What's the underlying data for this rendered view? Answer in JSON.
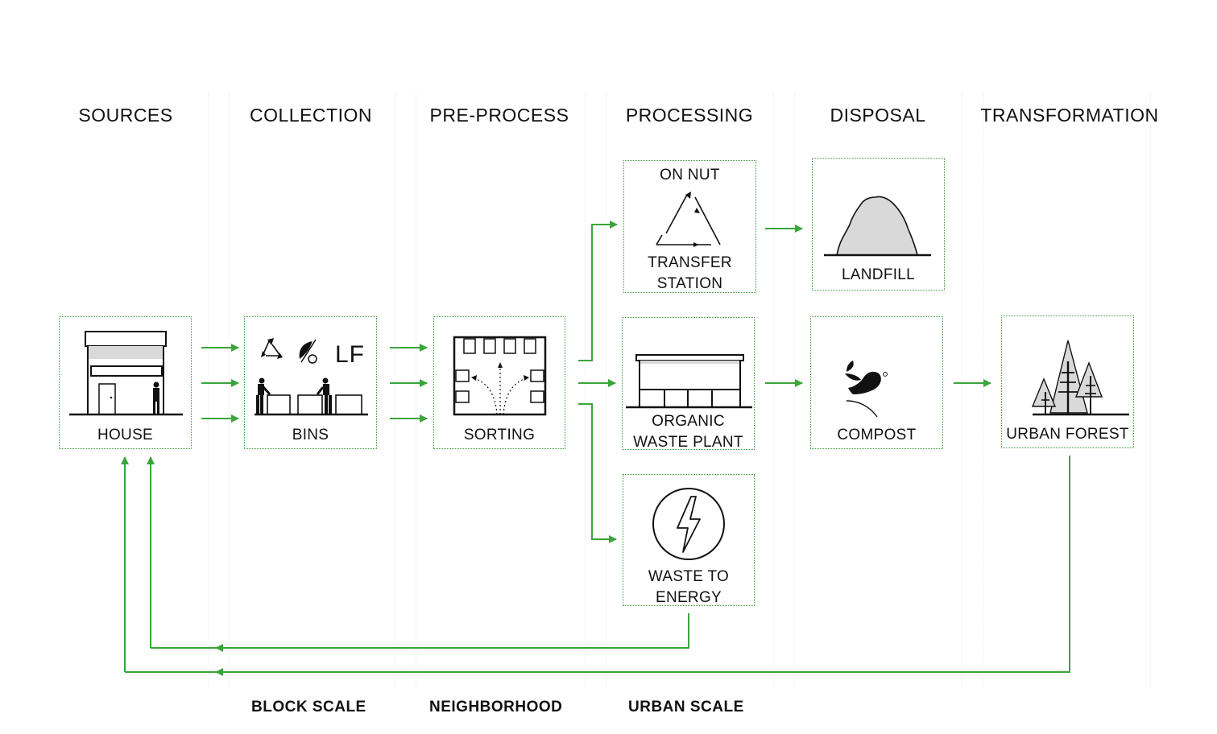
{
  "stages": [
    "SOURCES",
    "COLLECTION",
    "PRE-PROCESS",
    "PROCESSING",
    "DISPOSAL",
    "TRANSFORMATION"
  ],
  "nodes": {
    "house": "HOUSE",
    "bins": "BINS",
    "bins_lf": "LF",
    "sorting": "SORTING",
    "transfer_top": "ON NUT",
    "transfer_bottom_1": "TRANSFER",
    "transfer_bottom_2": "STATION",
    "organic_1": "ORGANIC",
    "organic_2": "WASTE PLANT",
    "energy_1": "WASTE TO",
    "energy_2": "ENERGY",
    "landfill": "LANDFILL",
    "compost": "COMPOST",
    "forest": "URBAN FOREST"
  },
  "scales": [
    "BLOCK SCALE",
    "NEIGHBORHOOD",
    "URBAN SCALE"
  ],
  "colors": {
    "arrow": "#3aa53a",
    "border": "#3a9a3a",
    "fill_gray": "#d9d9d9"
  }
}
